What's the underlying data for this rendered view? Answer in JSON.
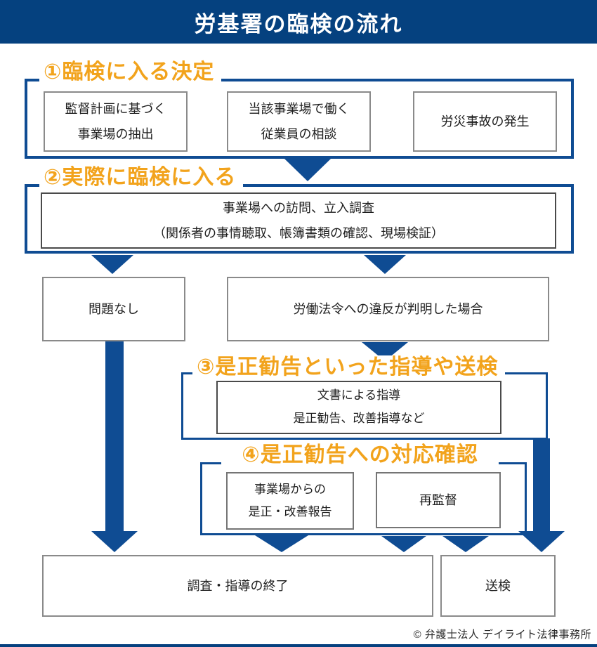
{
  "header": {
    "title": "労基署の臨検の流れ"
  },
  "colors": {
    "header_bg": "#05417f",
    "arrow_blue": "#0f4c93",
    "heading_orange": "#f2a31c",
    "box_border_gray": "#8a8a8a"
  },
  "flow": {
    "s1": {
      "heading": "①臨検に入る決定",
      "box1_line1": "監督計画に基づく",
      "box1_line2": "事業場の抽出",
      "box2_line1": "当該事業場で働く",
      "box2_line2": "従業員の相談",
      "box3": "労災事故の発生"
    },
    "s2": {
      "heading": "②実際に臨検に入る",
      "line1": "事業場への訪問、立入調査",
      "line2": "（関係者の事情聴取、帳簿書類の確認、現場検証）"
    },
    "mid": {
      "no_problem": "問題なし",
      "violation": "労働法令への違反が判明した場合"
    },
    "s3": {
      "heading": "③是正勧告といった指導や送検",
      "line1": "文書による指導",
      "line2": "是正勧告、改善指導など"
    },
    "s4": {
      "heading": "④是正勧告への対応確認",
      "box1_line1": "事業場からの",
      "box1_line2": "是正・改善報告",
      "box2": "再監督"
    },
    "end": {
      "finish": "調査・指導の終了",
      "prosecution": "送検"
    }
  },
  "footer": {
    "copyright": "© 弁護士法人 デイライト法律事務所"
  }
}
